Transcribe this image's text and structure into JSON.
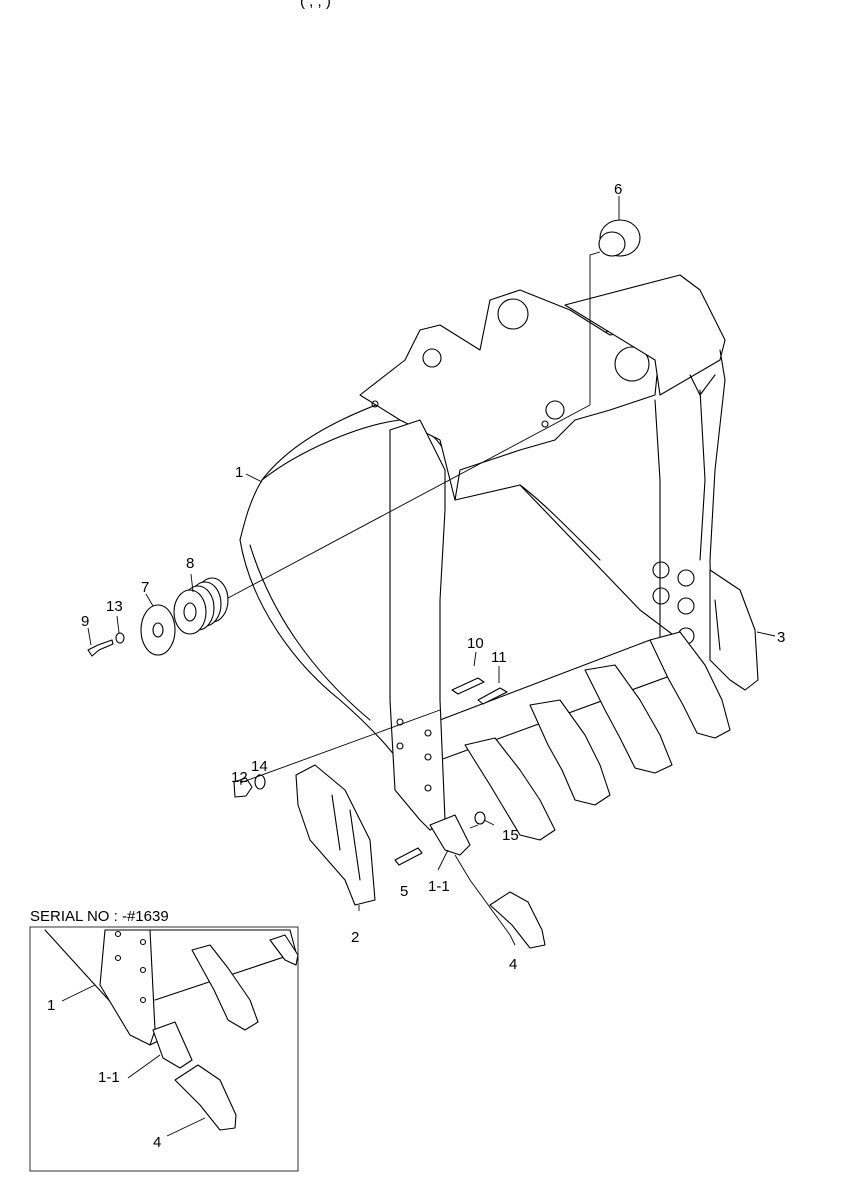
{
  "header_fragment": "(                                        ,           ,          )",
  "callouts": {
    "c1": "1",
    "c2": "2",
    "c3": "3",
    "c4": "4",
    "c5": "5",
    "c6": "6",
    "c7": "7",
    "c8": "8",
    "c9": "9",
    "c10": "10",
    "c11": "11",
    "c12": "12",
    "c13": "13",
    "c14": "14",
    "c15": "15",
    "c1_1": "1-1"
  },
  "inset": {
    "serial_label": "SERIAL NO : -#1639",
    "callouts": {
      "i1": "1",
      "i1_1": "1-1",
      "i4": "4"
    }
  }
}
